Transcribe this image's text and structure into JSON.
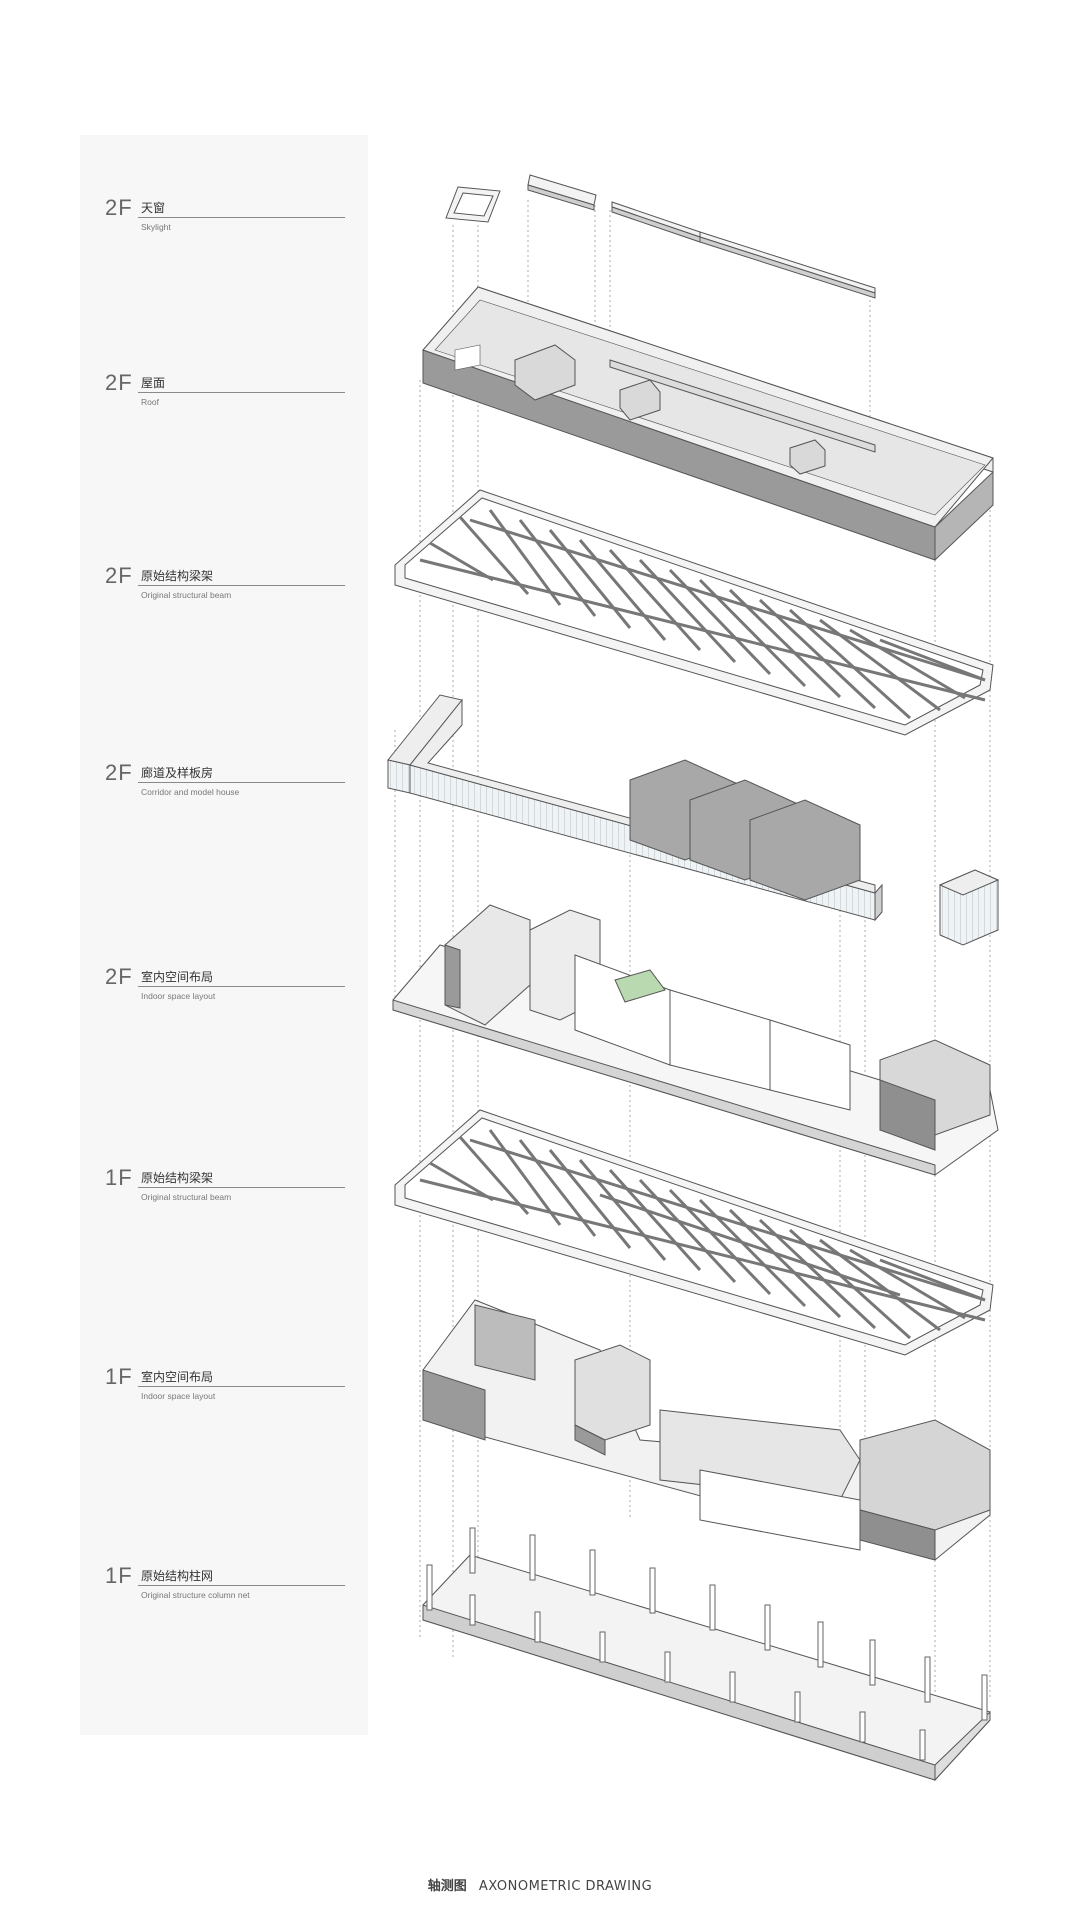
{
  "layers": [
    {
      "floor": "2F",
      "cn": "天窗",
      "en": "Skylight"
    },
    {
      "floor": "2F",
      "cn": "屋面",
      "en": "Roof"
    },
    {
      "floor": "2F",
      "cn": "原始结构梁架",
      "en": "Original structural beam"
    },
    {
      "floor": "2F",
      "cn": "廊道及样板房",
      "en": "Corridor and model house"
    },
    {
      "floor": "2F",
      "cn": "室内空间布局",
      "en": "Indoor space layout"
    },
    {
      "floor": "1F",
      "cn": "原始结构梁架",
      "en": "Original structural beam"
    },
    {
      "floor": "1F",
      "cn": "室内空间布局",
      "en": "Indoor space layout"
    },
    {
      "floor": "1F",
      "cn": "原始结构柱网",
      "en": "Original structure column net"
    }
  ],
  "caption": {
    "cn": "轴测图",
    "en": "AXONOMETRIC DRAWING"
  },
  "colors": {
    "line": "#555555",
    "light_fill": "#f2f2f2",
    "mid_fill": "#d8d8d8",
    "dark_fill": "#9a9a9a",
    "green_accent": "#b9d9b0"
  }
}
